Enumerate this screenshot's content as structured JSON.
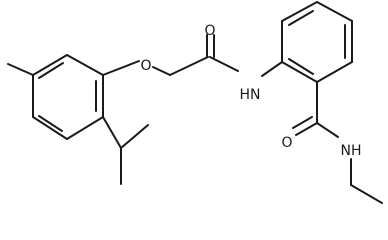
{
  "structure": {
    "atom_labels": {
      "ether_oxygen": "O",
      "amide_oxygen_1": "O",
      "amide_nh_1": "HN",
      "amide_oxygen_2": "O",
      "amide_nh_2": "NH"
    }
  }
}
